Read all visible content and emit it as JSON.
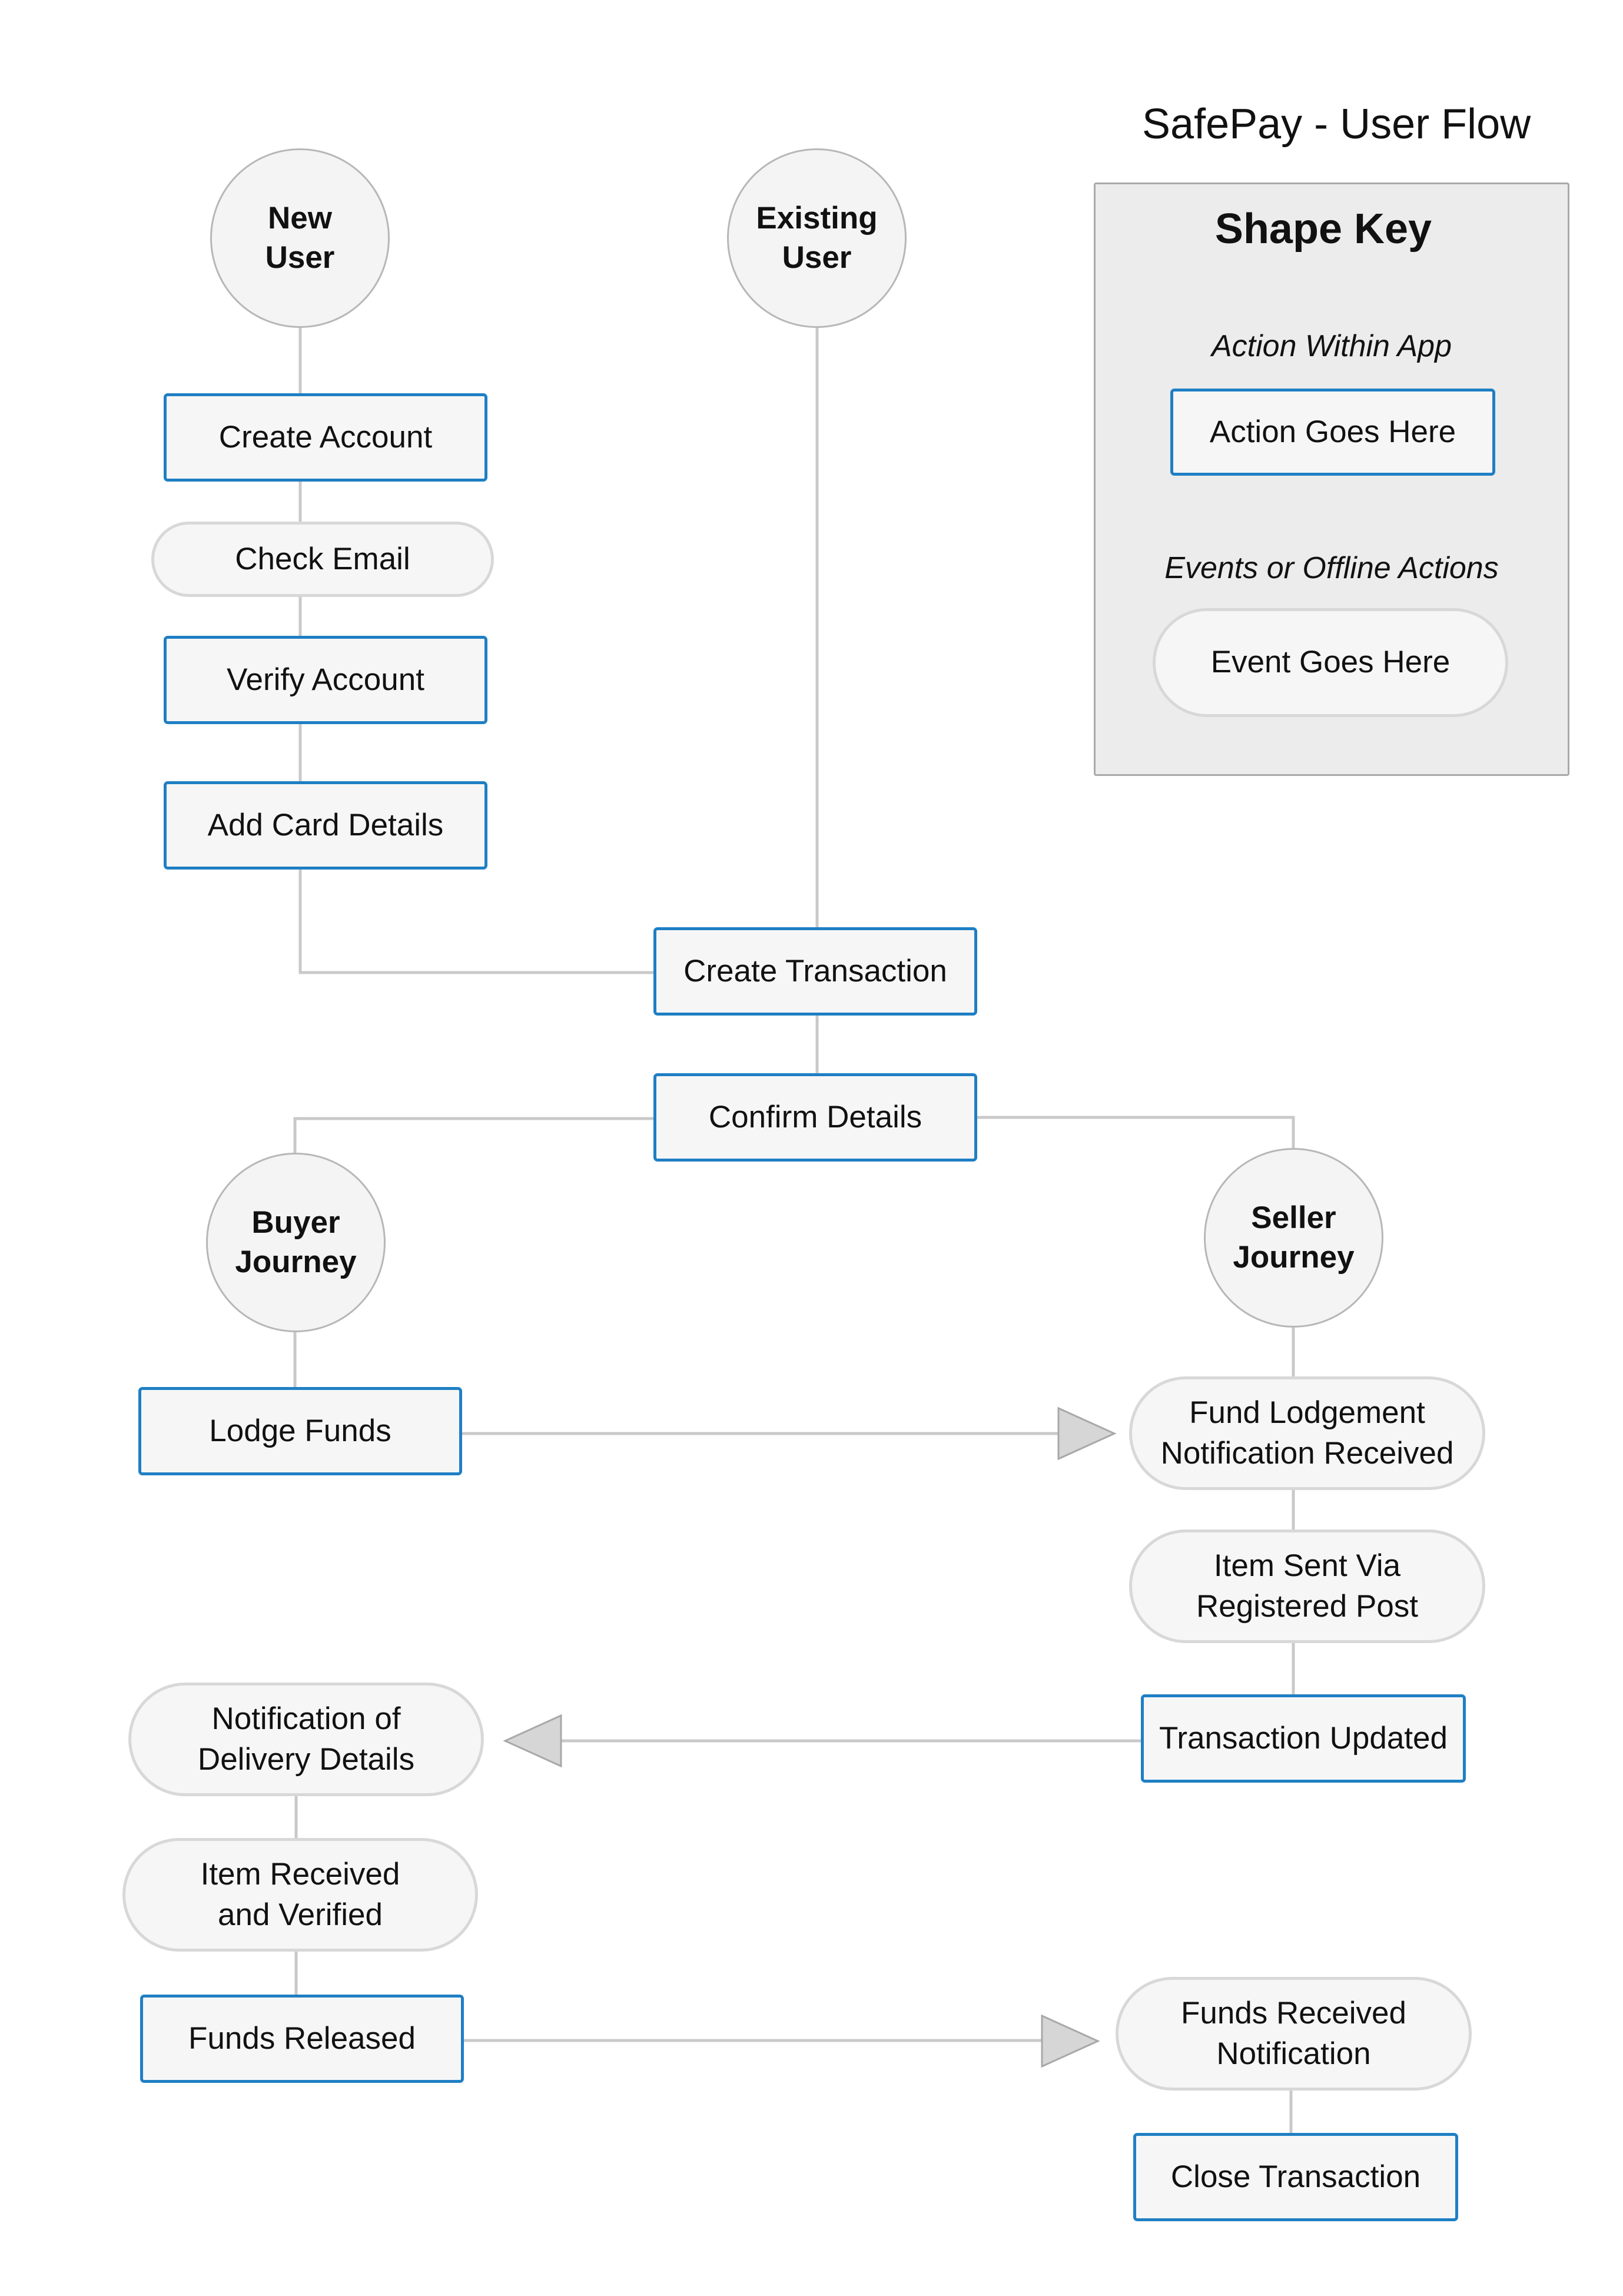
{
  "title": "SafePay - User Flow",
  "colors": {
    "action_border": "#1f7fc4",
    "event_border": "#d8d8d8",
    "node_fill": "#f6f6f6",
    "connector": "#c9c9c9",
    "arrowhead_fill": "#d6d6d6",
    "key_fill": "#ececec"
  },
  "shape_key": {
    "heading": "Shape Key",
    "action_caption": "Action Within App",
    "action_example": "Action Goes Here",
    "event_caption": "Events or Offline Actions",
    "event_example": "Event Goes Here"
  },
  "nodes": {
    "new_user": "New\nUser",
    "existing_user": "Existing\nUser",
    "create_account": "Create Account",
    "check_email": "Check Email",
    "verify_account": "Verify Account",
    "add_card_details": "Add Card Details",
    "create_transaction": "Create Transaction",
    "confirm_details": "Confirm Details",
    "buyer_journey": "Buyer\nJourney",
    "seller_journey": "Seller\nJourney",
    "lodge_funds": "Lodge Funds",
    "fund_lodgement_notification": "Fund Lodgement\nNotification Received",
    "item_sent": "Item Sent Via\nRegistered Post",
    "transaction_updated": "Transaction Updated",
    "notification_delivery": "Notification of\nDelivery Details",
    "item_received": "Item Received\nand Verified",
    "funds_released": "Funds Released",
    "funds_received_notification": "Funds Received\nNotification",
    "close_transaction": "Close Transaction"
  }
}
